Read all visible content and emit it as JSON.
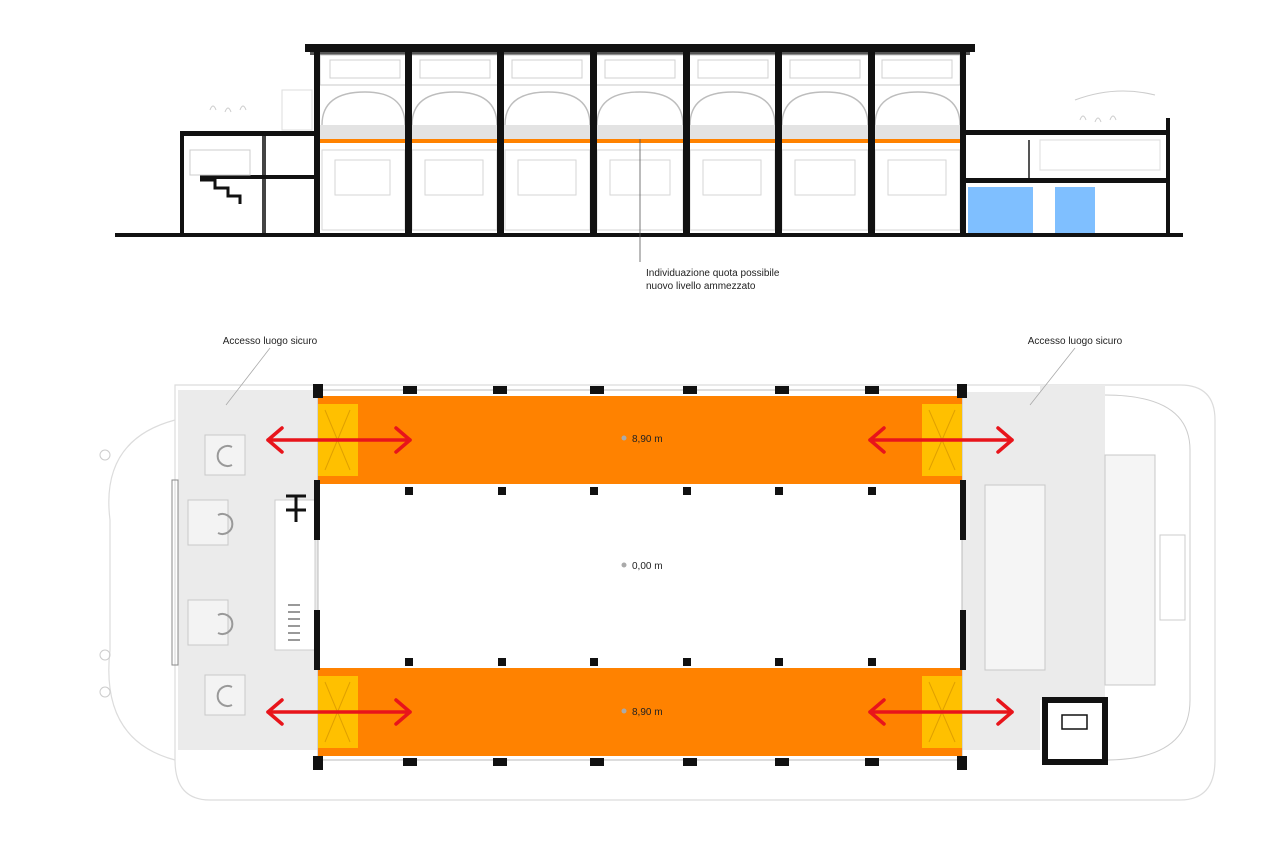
{
  "section": {
    "annotation_line1": "Individuazione quota possibile",
    "annotation_line2": "nuovo livello ammezzato"
  },
  "plan": {
    "access_left": "Accesso luogo sicuro",
    "access_right": "Accesso luogo sicuro",
    "level_top": "8,90 m",
    "level_center": "0,00 m",
    "level_bottom": "8,90 m"
  },
  "colors": {
    "mezzanine": "#ff8200",
    "ramp": "#ffc000",
    "arrow": "#e8141b",
    "water": "#7fbfff",
    "terrace": "#ebebeb",
    "structure": "#111111"
  },
  "icons": {
    "arrows": "double-headed-arrow-icon",
    "level_marker": "level-marker-icon"
  }
}
